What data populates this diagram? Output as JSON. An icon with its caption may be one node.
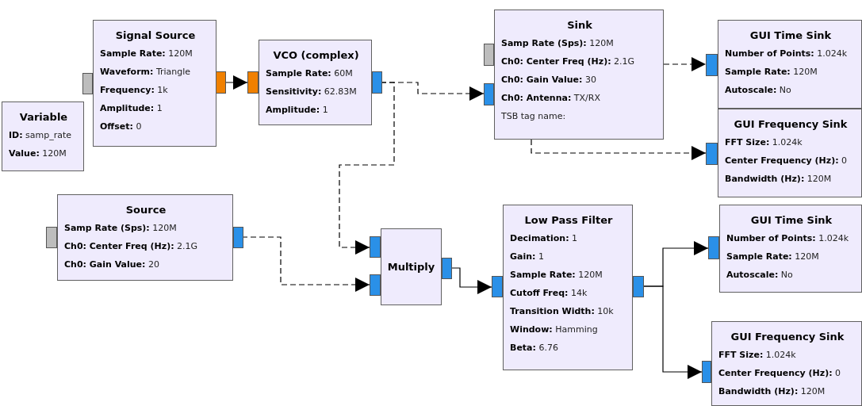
{
  "diagram": {
    "nodes": [
      {
        "text": [
          "Variable",
          "**ID:** samp_rate",
          "**Value:** 120M"
        ]
      },
      {
        "text": [
          "Signal Source",
          "**Sample Rate:** 120M",
          "**Waveform:** Triangle",
          "**Frequency:** 1k",
          "**Amplitude:** 1",
          "**Offset:** 0"
        ]
      },
      {
        "text": [
          "VCO (complex)",
          "**Sample Rate:** 60M",
          "**Sensitivity:** 62.83M",
          "**Amplitude:** 1"
        ]
      },
      {
        "text": [
          "Sink",
          "**Samp Rate (Sps):** 120M",
          "**Ch0: Center Freq (Hz):** 2.1G",
          "**Ch0: Gain Value:** 30",
          "**Ch0: Antenna:** TX/RX",
          "TSB tag name:"
        ]
      },
      {
        "text": [
          "GUI Time Sink",
          "**Number of Points:** 1.024k",
          "**Sample Rate:** 120M",
          "**Autoscale:** No"
        ]
      },
      {
        "text": [
          "GUI Frequency Sink",
          "**FFT Size:** 1.024k",
          "**Center Frequency (Hz):** 0",
          "**Bandwidth (Hz):** 120M"
        ]
      },
      {
        "text": [
          "Source",
          "**Samp Rate (Sps):** 120M",
          "**Ch0: Center Freq (Hz):** 2.1G",
          "**Ch0: Gain Value:** 20"
        ]
      },
      {
        "text": [
          "Multiply"
        ]
      },
      {
        "text": [
          "Low Pass Filter",
          "**Decimation:** 1",
          "**Gain:** 1",
          "**Sample Rate:** 120M",
          "**Cutoff Freq:** 14k",
          "**Transition Width:** 10k",
          "**Window:** Hamming",
          "**Beta:** 6.76"
        ]
      },
      {
        "text": [
          "GUI Time Sink",
          "**Number of Points:** 1.024k",
          "**Sample Rate:** 120M",
          "**Autoscale:** No"
        ]
      },
      {
        "text": [
          "GUI Frequency Sink",
          "**FFT Size:** 1.024k",
          "**Center Frequency (Hz):** 0",
          "**Bandwidth (Hz):** 120M"
        ]
      }
    ],
    "edges": [
      {
        "from": 1,
        "to": 2,
        "arrow": "to"
      },
      {
        "from": 2,
        "to": 3,
        "arrow": "to",
        "style": "dashed"
      },
      {
        "from": 2,
        "to": 7,
        "arrow": "to",
        "style": "dashed"
      },
      {
        "from": 3,
        "to": 4,
        "arrow": "to",
        "style": "dashed"
      },
      {
        "from": 3,
        "to": 5,
        "arrow": "to",
        "style": "dashed"
      },
      {
        "from": 6,
        "to": 7,
        "arrow": "to",
        "style": "dashed"
      },
      {
        "from": 7,
        "to": 8,
        "arrow": "to"
      },
      {
        "from": 8,
        "to": 9,
        "arrow": "to"
      },
      {
        "from": 8,
        "to": 10,
        "arrow": "to"
      }
    ]
  }
}
